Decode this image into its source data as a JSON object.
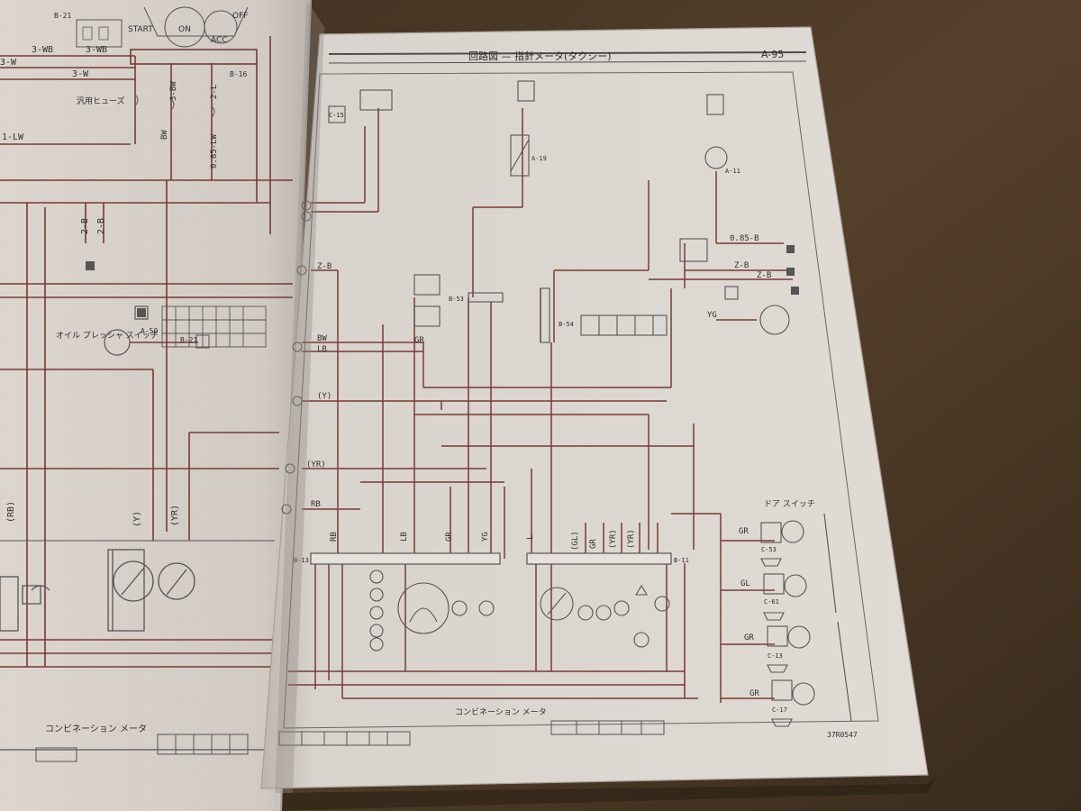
{
  "right_page": {
    "header_title": "回路図 — 指針メータ(タクシー)",
    "page_code": "A-95",
    "footer_label": "コンビネーション メータ",
    "drawing_number": "37R0547",
    "door_switch_label": "ドア スイッチ",
    "wire_labels": [
      "Z-B",
      "BW",
      "LB",
      "(Y)",
      "(YR)",
      "RB",
      "RB",
      "GR",
      "YG",
      "L",
      "Z-B",
      "Z-B",
      "0.85-B",
      "YG",
      "(GL)",
      "GR",
      "(YR)",
      "(YR)",
      "LB",
      "GR",
      "GL",
      "GR",
      "GR",
      "GR"
    ],
    "connector_codes": [
      "B-13",
      "B-11",
      "B-53",
      "B-54",
      "A-19",
      "A-11",
      "C-15",
      "C-53",
      "C-61",
      "C-13",
      "C-17"
    ]
  },
  "left_page": {
    "switch_labels": [
      "START",
      "ON",
      "OFF",
      "ACC"
    ],
    "wire_labels": [
      "3-WB",
      "3-WB",
      "3-W",
      "3-W",
      "1-LW",
      "2-B",
      "2-B",
      "(Y)",
      "(YR)",
      "(RB)",
      "0.85-LW",
      "BW",
      "3-BW",
      "2-L"
    ],
    "fuse_label": "汎用ヒューズ",
    "oil_switch_label": "オイル プレッシャ スイッチ",
    "connector_codes": [
      "A-50",
      "B-21",
      "B-16",
      "B-21"
    ],
    "footer_label": "コンビネーション メータ"
  },
  "colors": {
    "desk": "#4a3826",
    "paper_left": "#d7d1cb",
    "paper_right": "#dcd7d1",
    "wire": "#7a3a32",
    "ink": "#2e2e2e"
  }
}
